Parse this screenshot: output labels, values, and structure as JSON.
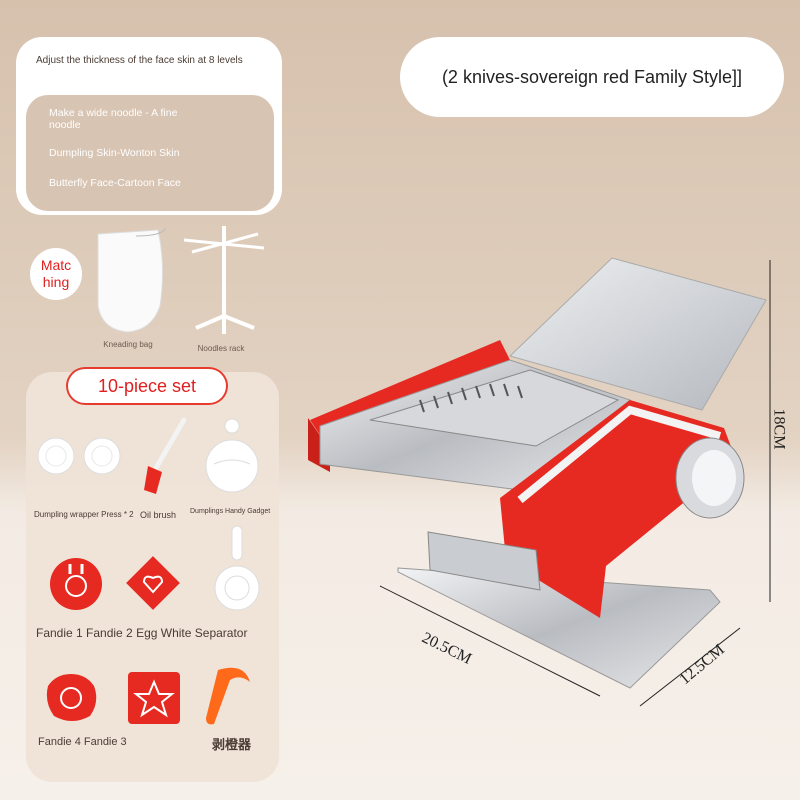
{
  "top_card": {
    "heading": "Adjust the thickness of the face skin at 8 levels",
    "items": [
      "Make a wide noodle - A fine noodle",
      "Dumpling Skin-Wonton Skin",
      "Butterfly Face-Cartoon Face"
    ]
  },
  "product_title": "(2 knives-sovereign red Family Style]]",
  "matching": {
    "badge": "Matc hing",
    "kneading_bag": "Kneading bag",
    "noodles_rack": "Noodles rack"
  },
  "set": {
    "title": "10-piece set",
    "dumpling_press": "Dumpling wrapper Press * 2",
    "oil_brush": "Oil brush",
    "dumplings_gadget": "Dumplings Handy Gadget",
    "row2": "Fandie 1 Fandie 2 Egg White Separator",
    "row3": "Fandie 4 Fandie 3",
    "peeler": "剥橙器"
  },
  "dimensions": {
    "width": "20.5CM",
    "depth": "12.5CM",
    "height": "18CM"
  },
  "colors": {
    "red": "#e62a22",
    "steel": "#c9ccd0",
    "bg": "#d6c1ad"
  }
}
